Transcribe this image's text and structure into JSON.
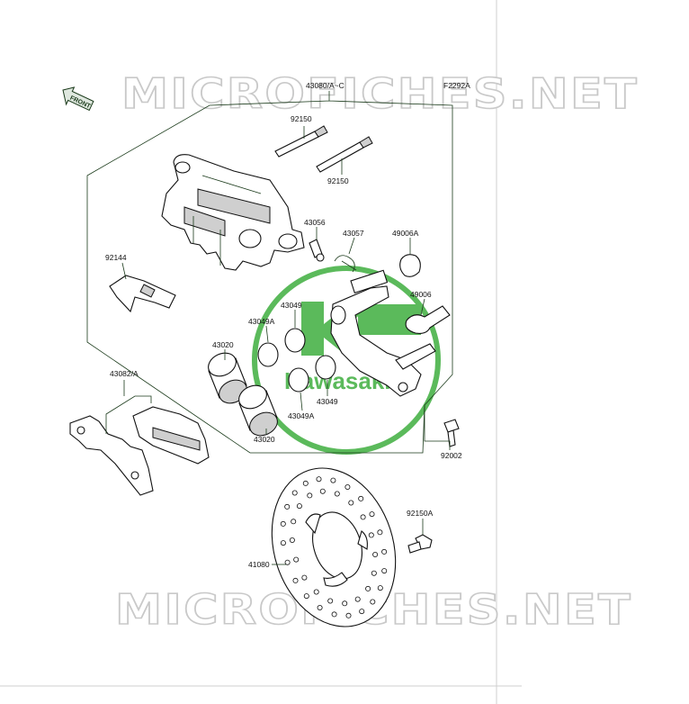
{
  "diagram": {
    "fig_code": "F2292A",
    "front_label": "FRONT",
    "watermark": "MICROFICHES.NET",
    "logo_text": "Kawasaki",
    "parts": {
      "set": "43080/A~C",
      "pin_top": "92150",
      "pin_bottom": "92150",
      "bleeder": "43056",
      "clip": "43057",
      "boot_a": "49006A",
      "boot_b": "49006",
      "spring": "92144",
      "seal_upper": "43049",
      "seal_a_upper": "43049A",
      "seal_lower": "43049",
      "seal_a_lower": "43049A",
      "piston_upper": "43020",
      "piston_lower": "43020",
      "pads": "43082/A",
      "bolt": "92002",
      "disc_bolt": "92150A",
      "disc": "41080"
    },
    "colors": {
      "logo_green": "#3fae3f",
      "leader": "#1a3a1a",
      "watermark": "#c9c9c9"
    }
  }
}
